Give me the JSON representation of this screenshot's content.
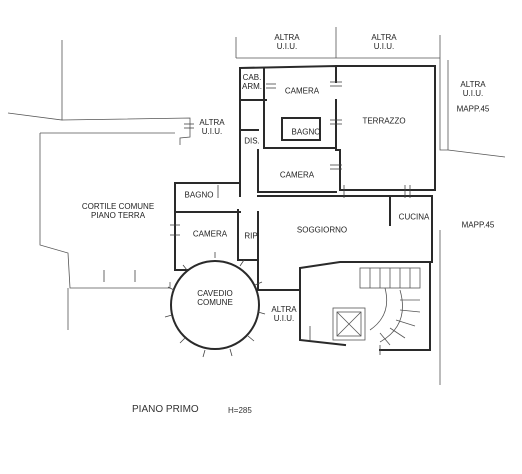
{
  "labels": {
    "altra_top_left": [
      "ALTRA",
      "U.I.U."
    ],
    "altra_top_right": [
      "ALTRA",
      "U.I.U."
    ],
    "altra_right": [
      "ALTRA",
      "U.I.U."
    ],
    "mapp_right_top": "MAPP.45",
    "cab_arm": [
      "CAB.",
      "ARM."
    ],
    "camera_top": "CAMERA",
    "altra_mid": [
      "ALTRA",
      "U.I.U."
    ],
    "bagno_small": "BAGNO",
    "terrazzo": "TERRAZZO",
    "dis": "DIS.",
    "camera_mid": "CAMERA",
    "bagno_left": "BAGNO",
    "cortile": [
      "CORTILE COMUNE",
      "PIANO TERRA"
    ],
    "cucina": "CUCINA",
    "mapp_right": "MAPP.45",
    "camera_left": "CAMERA",
    "rip": "RIP",
    "soggiorno": "SOGGIORNO",
    "cavedio": [
      "CAVEDIO",
      "COMUNE"
    ],
    "altra_bottom": [
      "ALTRA",
      "U.I.U."
    ]
  },
  "caption": {
    "title": "PIANO PRIMO",
    "height": "H=285"
  }
}
